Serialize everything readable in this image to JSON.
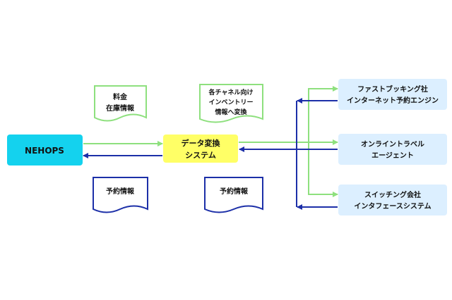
{
  "nodes": {
    "nehops": {
      "label": "NEHOPS"
    },
    "converter": {
      "line1": "データ変換",
      "line2": "システム"
    },
    "fastbooking": {
      "line1": "ファストブッキング社",
      "line2": "インターネット予約エンジン"
    },
    "online_travel": {
      "line1": "オンライントラベル",
      "line2": "エージェント"
    },
    "switching": {
      "line1": "スイッチング会社",
      "line2": "インタフェースシステム"
    }
  },
  "documents": {
    "rate_inventory": {
      "line1": "料金",
      "line2": "在庫情報"
    },
    "channel_convert": {
      "line1": "各チャネル向け",
      "line2": "インベントリー",
      "line3": "情報へ変換"
    },
    "reservation_left": {
      "line1": "予約情報"
    },
    "reservation_right": {
      "line1": "予約情報"
    }
  },
  "colors": {
    "nehops_fill": "#14d2ee",
    "converter_fill": "#ffff66",
    "target_fill": "#dcefff",
    "doc_green": "#8ee07e",
    "doc_blue": "#1c2fa8",
    "arrow_green": "#8ee07e",
    "arrow_blue": "#1c2fa8"
  }
}
